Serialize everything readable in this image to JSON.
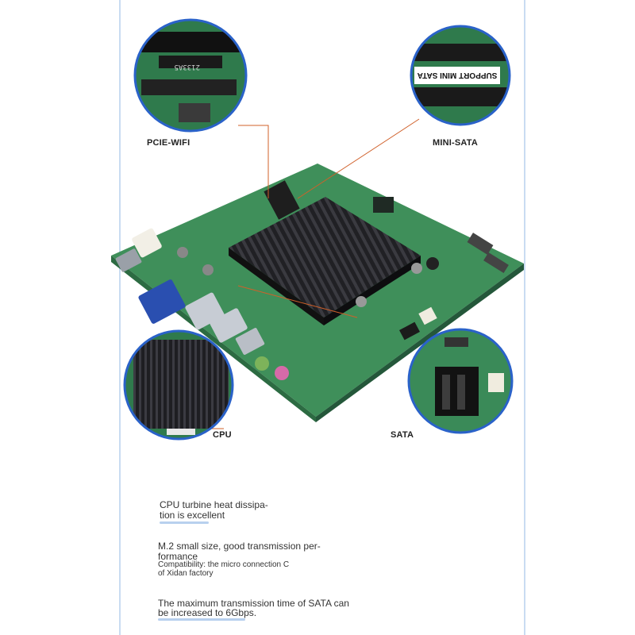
{
  "callouts": {
    "pcie_wifi": "PCIE-WIFI",
    "mini_sata": "MINI-SATA",
    "cpu": "CPU",
    "sata": "SATA"
  },
  "zoom_text": {
    "support_mini_sata": "SUPPORT MINI SATA",
    "chip_code": "2133A5"
  },
  "captions": {
    "cpu_line1": "CPU turbine heat dissipa-",
    "cpu_line2": "tion is excellent",
    "m2_line1": "M.2 small size, good transmission per-",
    "m2_line2": "formance",
    "compat_line1": "Compatibility: the micro connection C",
    "compat_line2": "of Xidan factory",
    "sata_line1": "The maximum transmission time of SATA can",
    "sata_line2": "be increased to 6Gbps."
  },
  "colors": {
    "pcb_green": "#3f8f5a",
    "heatsink": "#1c1c1e",
    "zoom_border": "#2a62c9",
    "callout_line": "#d0602a",
    "frame": "#c9dcf2"
  }
}
